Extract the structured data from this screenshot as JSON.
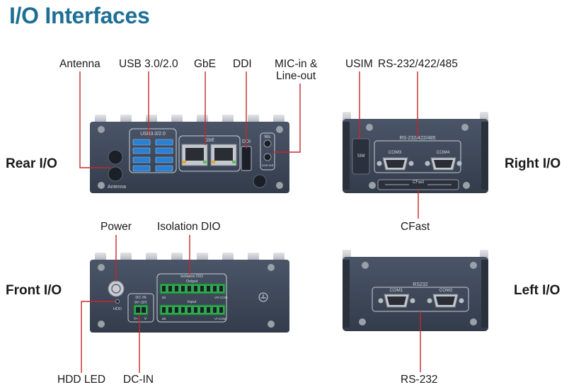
{
  "title": "I/O Interfaces",
  "sides": {
    "rear": "Rear I/O",
    "right": "Right I/O",
    "front": "Front I/O",
    "left": "Left I/O"
  },
  "callouts": {
    "antenna": "Antenna",
    "usb": "USB 3.0/2.0",
    "gbe": "GbE",
    "ddi": "DDI",
    "mic_line1": "MIC-in &",
    "mic_line2": "Line-out",
    "usim": "USIM",
    "rs_multi": "RS-232/422/485",
    "cfast": "CFast",
    "power": "Power",
    "isolation_dio": "Isolation DIO",
    "hdd_led": "HDD LED",
    "dc_in": "DC-IN",
    "rs232": "RS-232"
  },
  "panel_labels": {
    "rear_usb": "USB3.0/2.0",
    "rear_gbe": "GbE",
    "rear_ddi": "DDI",
    "rear_mic": "Mic",
    "rear_line": "Line-out",
    "rear_antenna": "Antenna",
    "right_sim": "SIM",
    "right_rs": "RS-232/422/485",
    "right_com3": "COM3",
    "right_com4": "COM4",
    "right_cfast": "CFast",
    "front_iso": "Isolation DIO",
    "front_output": "Output",
    "front_input": "Input",
    "front_dcin": "DC-IN",
    "front_voltage": "9V~32V",
    "front_vplus": "V+",
    "front_vminus": "V-",
    "front_hdd": "HDD",
    "front_vo_com": "VO-COM",
    "front_vi_com": "VI-COM",
    "front_bit": "Bit",
    "left_rs232": "RS232",
    "left_com1": "COM1",
    "left_com2": "COM2"
  },
  "colors": {
    "title": "#1e6f94",
    "chassis": "#3c4657",
    "leader": "#c62828",
    "terminal": "#2fa84f"
  }
}
